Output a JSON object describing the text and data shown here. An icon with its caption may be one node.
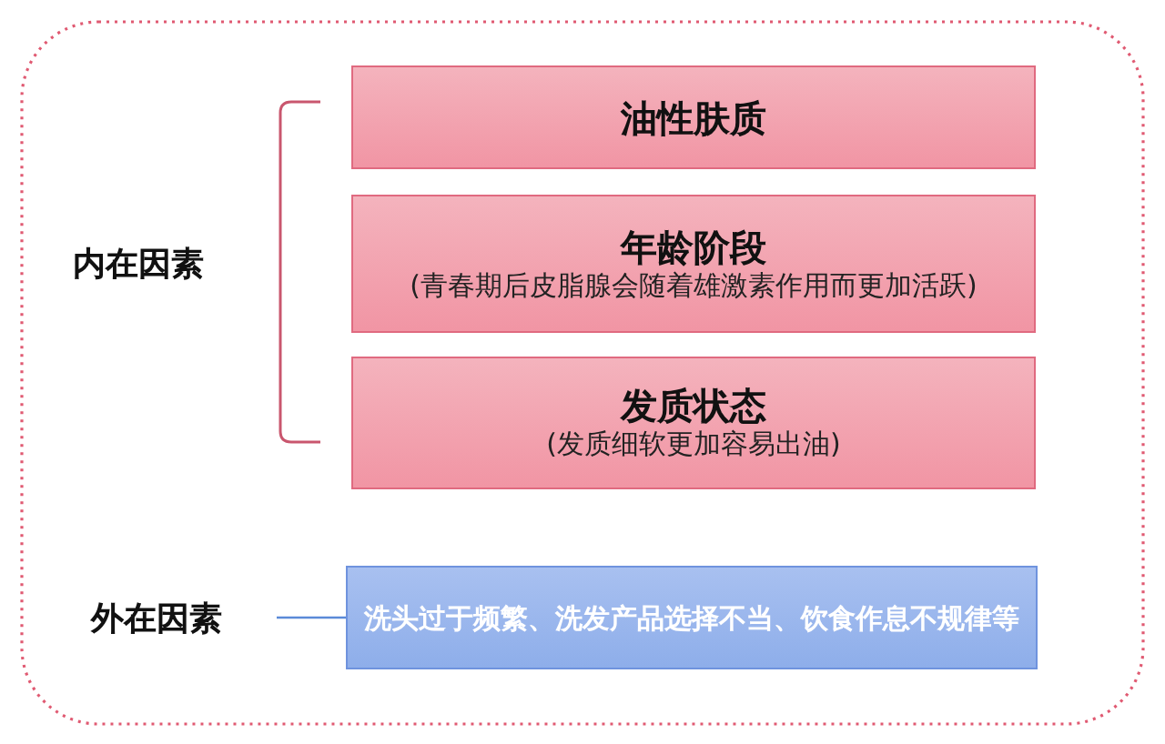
{
  "diagram": {
    "nodes": [
      {
        "text": [
          "油性肤质"
        ]
      },
      {
        "text": [
          "年龄阶段",
          "(青春期后皮脂腺会随着雄激素作用而更加活跃)"
        ]
      },
      {
        "text": [
          "发质状态",
          "(发质细软更加容易出油)"
        ]
      },
      {
        "text": [
          "外在因素"
        ]
      },
      {
        "text": [
          "洗头过于频繁、洗发产品选择不当、饮食作息不规律等"
        ]
      }
    ],
    "edges": [
      {
        "from": 3,
        "to": 4,
        "arrow": "none"
      }
    ],
    "labels": [
      "内在因素"
    ]
  }
}
